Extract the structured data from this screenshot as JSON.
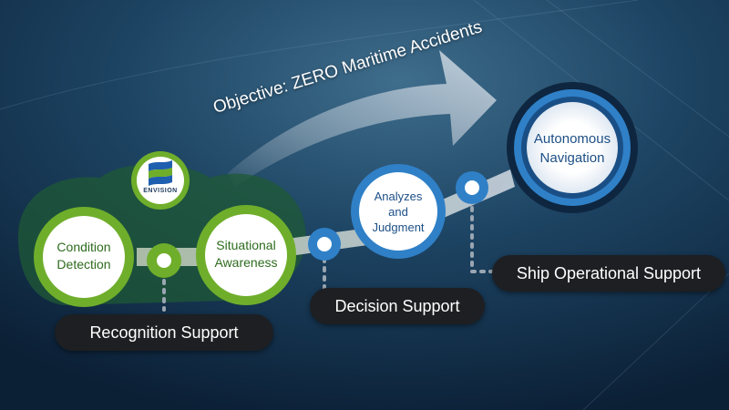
{
  "objective": "Objective: ZERO Maritime Accidents",
  "logo": {
    "text": "ENVISION",
    "icon": "envision-flag-icon"
  },
  "nodes": {
    "condition_detection": {
      "line1": "Condition",
      "line2": "Detection"
    },
    "situational_awareness": {
      "line1": "Situational",
      "line2": "Awareness"
    },
    "analyzes_judgment": {
      "line1": "Analyzes",
      "line2": "and",
      "line3": "Judgment"
    },
    "autonomous_navigation": {
      "line1": "Autonomous",
      "line2": "Navigation"
    }
  },
  "stages": {
    "recognition": "Recognition Support",
    "decision": "Decision Support",
    "operational": "Ship Operational Support"
  },
  "colors": {
    "background": "#0f2842",
    "green_ring": "#6fae2b",
    "green_glow": "#1f5a35",
    "green_text": "#2e6b1e",
    "blue_ring": "#2f80c7",
    "blue_text": "#1d4f86",
    "pill_bg": "#1d1f22"
  }
}
